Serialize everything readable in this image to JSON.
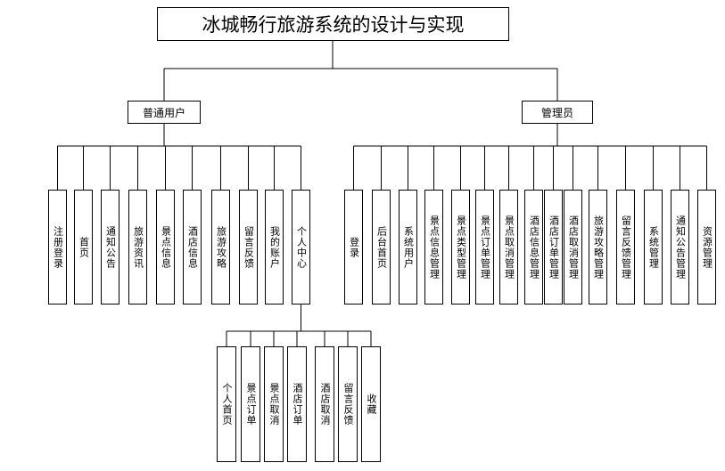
{
  "title": "冰城畅行旅游系统的设计与实现",
  "user": {
    "label": "普通用户",
    "modules": [
      "注册登录",
      "首页",
      "通知公告",
      "旅游资讯",
      "景点信息",
      "酒店信息",
      "旅游攻略",
      "留言反馈",
      "我的账户",
      "个人中心"
    ],
    "center_modules": [
      "个人首页",
      "景点订单",
      "景点取消",
      "酒店订单",
      "酒店取消",
      "留言反馈",
      "收藏"
    ]
  },
  "admin": {
    "label": "管理员",
    "modules": [
      "登录",
      "后台首页",
      "系统用户",
      "景点信息管理",
      "景点类型管理",
      "景点订单管理",
      "景点取消管理",
      "酒店信息管理",
      "酒店订单管理",
      "酒店取消管理",
      "旅游攻略管理",
      "留言反馈管理",
      "系统管理",
      "通知公告管理",
      "资源管理"
    ]
  }
}
